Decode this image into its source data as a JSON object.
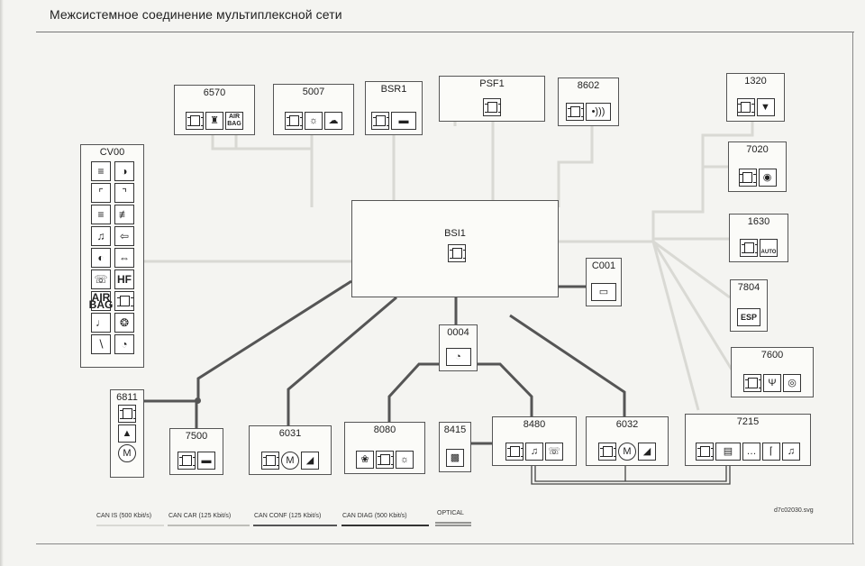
{
  "title": "Межсистемное соединение мультиплексной сети",
  "nodes": {
    "n6570": "6570",
    "n5007": "5007",
    "bsr1": "BSR1",
    "psf1": "PSF1",
    "n8602": "8602",
    "n1320": "1320",
    "n7020": "7020",
    "n1630": "1630",
    "n7804": "7804",
    "n7600": "7600",
    "cv00": "CV00",
    "bsi1": "BSI1",
    "c001": "C001",
    "n0004": "0004",
    "n6811": "6811",
    "n7500": "7500",
    "n6031": "6031",
    "n8080": "8080",
    "n8415": "8415",
    "n8480": "8480",
    "n6032": "6032",
    "n7215": "7215"
  },
  "icon_text": {
    "airbag": "AIR\nBAG",
    "esp": "ESP",
    "auto": "AUTO",
    "hf": "HF"
  },
  "legend": {
    "can_is": "CAN IS (500 Kbit/s)",
    "can_car": "CAN CAR (125 Kbit/s)",
    "can_conf": "CAN CONF (125 Kbit/s)",
    "can_diag": "CAN DIAG (500 Kbit/s)",
    "optical": "OPTICAL"
  },
  "reference": "d7c02030.svg",
  "colors": {
    "wire_can_is": "#d9d9d4",
    "wire_can_conf": "#555555",
    "wire_optical": "#444444"
  }
}
